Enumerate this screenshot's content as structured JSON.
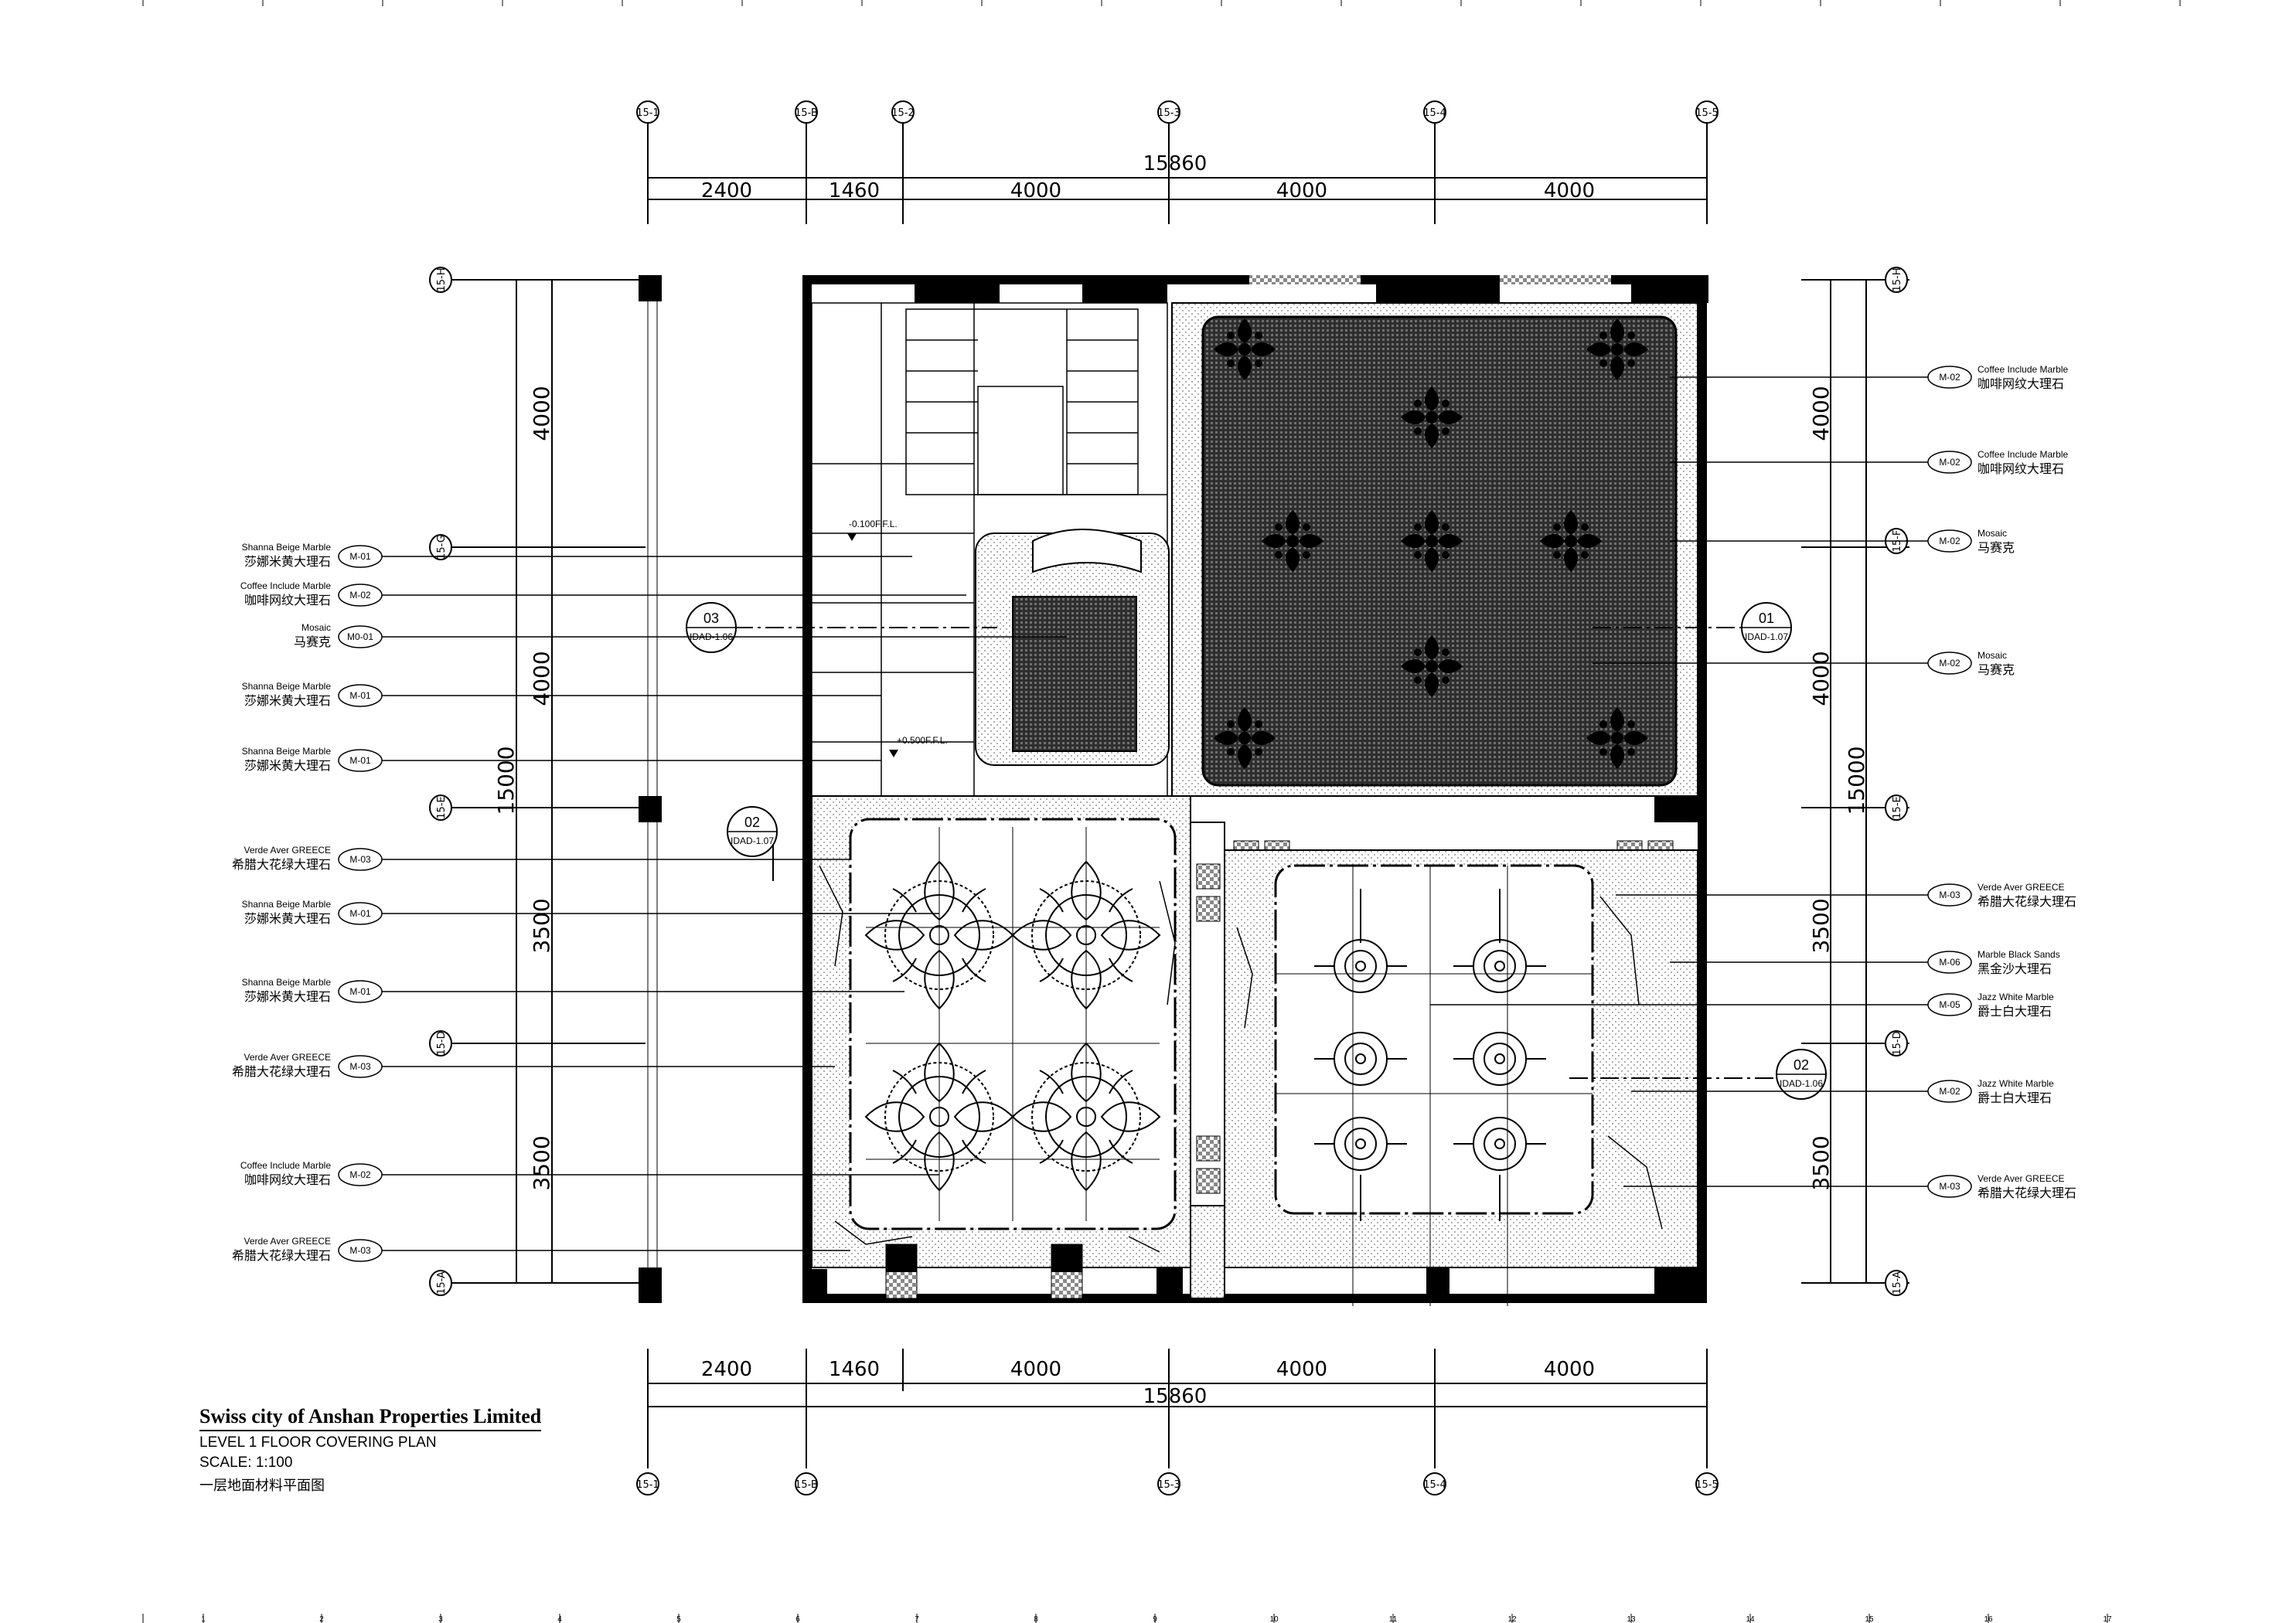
{
  "drawing": {
    "company": "Swiss city of Anshan Properties Limited",
    "plan_name": "LEVEL  1 FLOOR COVERING PLAN",
    "scale": "SCALE: 1:100",
    "plan_name_cn": "一层地面材料平面图"
  },
  "dimensions": {
    "top_total": "15860",
    "top_segments": [
      "2400",
      "1460",
      "4000",
      "4000",
      "4000"
    ],
    "bottom_total": "15860",
    "bottom_segments": [
      "2400",
      "1460",
      "4000",
      "4000",
      "4000"
    ],
    "left_total": "15000",
    "left_segments": [
      "4000",
      "4000",
      "3500",
      "3500"
    ],
    "right_total": "15000",
    "right_segments": [
      "4000",
      "4000",
      "3500",
      "3500"
    ]
  },
  "axes": {
    "top": [
      "15-1",
      "15-B",
      "15-2",
      "15-3",
      "15-4",
      "15-5"
    ],
    "bottom": [
      "15-1",
      "15-B",
      "15-3",
      "15-4",
      "15-5"
    ],
    "left": [
      "15-H",
      "15-G",
      "15-E",
      "15-D",
      "15-A"
    ],
    "right": [
      "15-H",
      "15-F",
      "15-E",
      "15-D",
      "15-A"
    ]
  },
  "levels": {
    "upper": "-0.100F.F.L.",
    "lower": "+0.500F.F.L."
  },
  "sections": [
    {
      "id": "03",
      "ref": "IDAD-1.06"
    },
    {
      "id": "02",
      "ref": "IDAD-1.07"
    },
    {
      "id": "01",
      "ref": "IDAD-1.07"
    },
    {
      "id": "02",
      "ref": "IDAD-1.06"
    }
  ],
  "materials_left": [
    {
      "name": "Shanna Beige Marble",
      "cn": "莎娜米黄大理石",
      "code": "M-01"
    },
    {
      "name": "Coffee Include Marble",
      "cn": "咖啡网纹大理石",
      "code": "M-02"
    },
    {
      "name": "Mosaic",
      "cn": "马赛克",
      "code": "M0-01"
    },
    {
      "name": "Shanna Beige Marble",
      "cn": "莎娜米黄大理石",
      "code": "M-01"
    },
    {
      "name": "Shanna Beige Marble",
      "cn": "莎娜米黄大理石",
      "code": "M-01"
    },
    {
      "name": "Verde Aver GREECE",
      "cn": "希腊大花绿大理石",
      "code": "M-03"
    },
    {
      "name": "Shanna Beige Marble",
      "cn": "莎娜米黄大理石",
      "code": "M-01"
    },
    {
      "name": "Shanna Beige Marble",
      "cn": "莎娜米黄大理石",
      "code": "M-01"
    },
    {
      "name": "Verde Aver GREECE",
      "cn": "希腊大花绿大理石",
      "code": "M-03"
    },
    {
      "name": "Coffee Include Marble",
      "cn": "咖啡网纹大理石",
      "code": "M-02"
    },
    {
      "name": "Verde Aver GREECE",
      "cn": "希腊大花绿大理石",
      "code": "M-03"
    }
  ],
  "materials_right": [
    {
      "name": "Coffee Include Marble",
      "cn": "咖啡网纹大理石",
      "code": "M-02"
    },
    {
      "name": "Coffee Include Marble",
      "cn": "咖啡网纹大理石",
      "code": "M-02"
    },
    {
      "name": "Mosaic",
      "cn": "马赛克",
      "code": "M-02"
    },
    {
      "name": "Mosaic",
      "cn": "马赛克",
      "code": "M-02"
    },
    {
      "name": "Verde Aver GREECE",
      "cn": "希腊大花绿大理石",
      "code": "M-03"
    },
    {
      "name": "Marble Black Sands",
      "cn": "黑金沙大理石",
      "code": "M-06"
    },
    {
      "name": "Jazz White Marble",
      "cn": "爵士白大理石",
      "code": "M-05"
    },
    {
      "name": "Jazz White Marble",
      "cn": "爵士白大理石",
      "code": "M-02"
    },
    {
      "name": "Verde Aver GREECE",
      "cn": "希腊大花绿大理石",
      "code": "M-03"
    }
  ],
  "ruler": [
    "1",
    "2",
    "3",
    "4",
    "5",
    "6",
    "7",
    "8",
    "9",
    "10",
    "11",
    "12",
    "13",
    "14",
    "15",
    "16",
    "17"
  ],
  "colors": {
    "line": "#000000",
    "mosaic": "#3a3a3a",
    "paper": "#ffffff"
  }
}
